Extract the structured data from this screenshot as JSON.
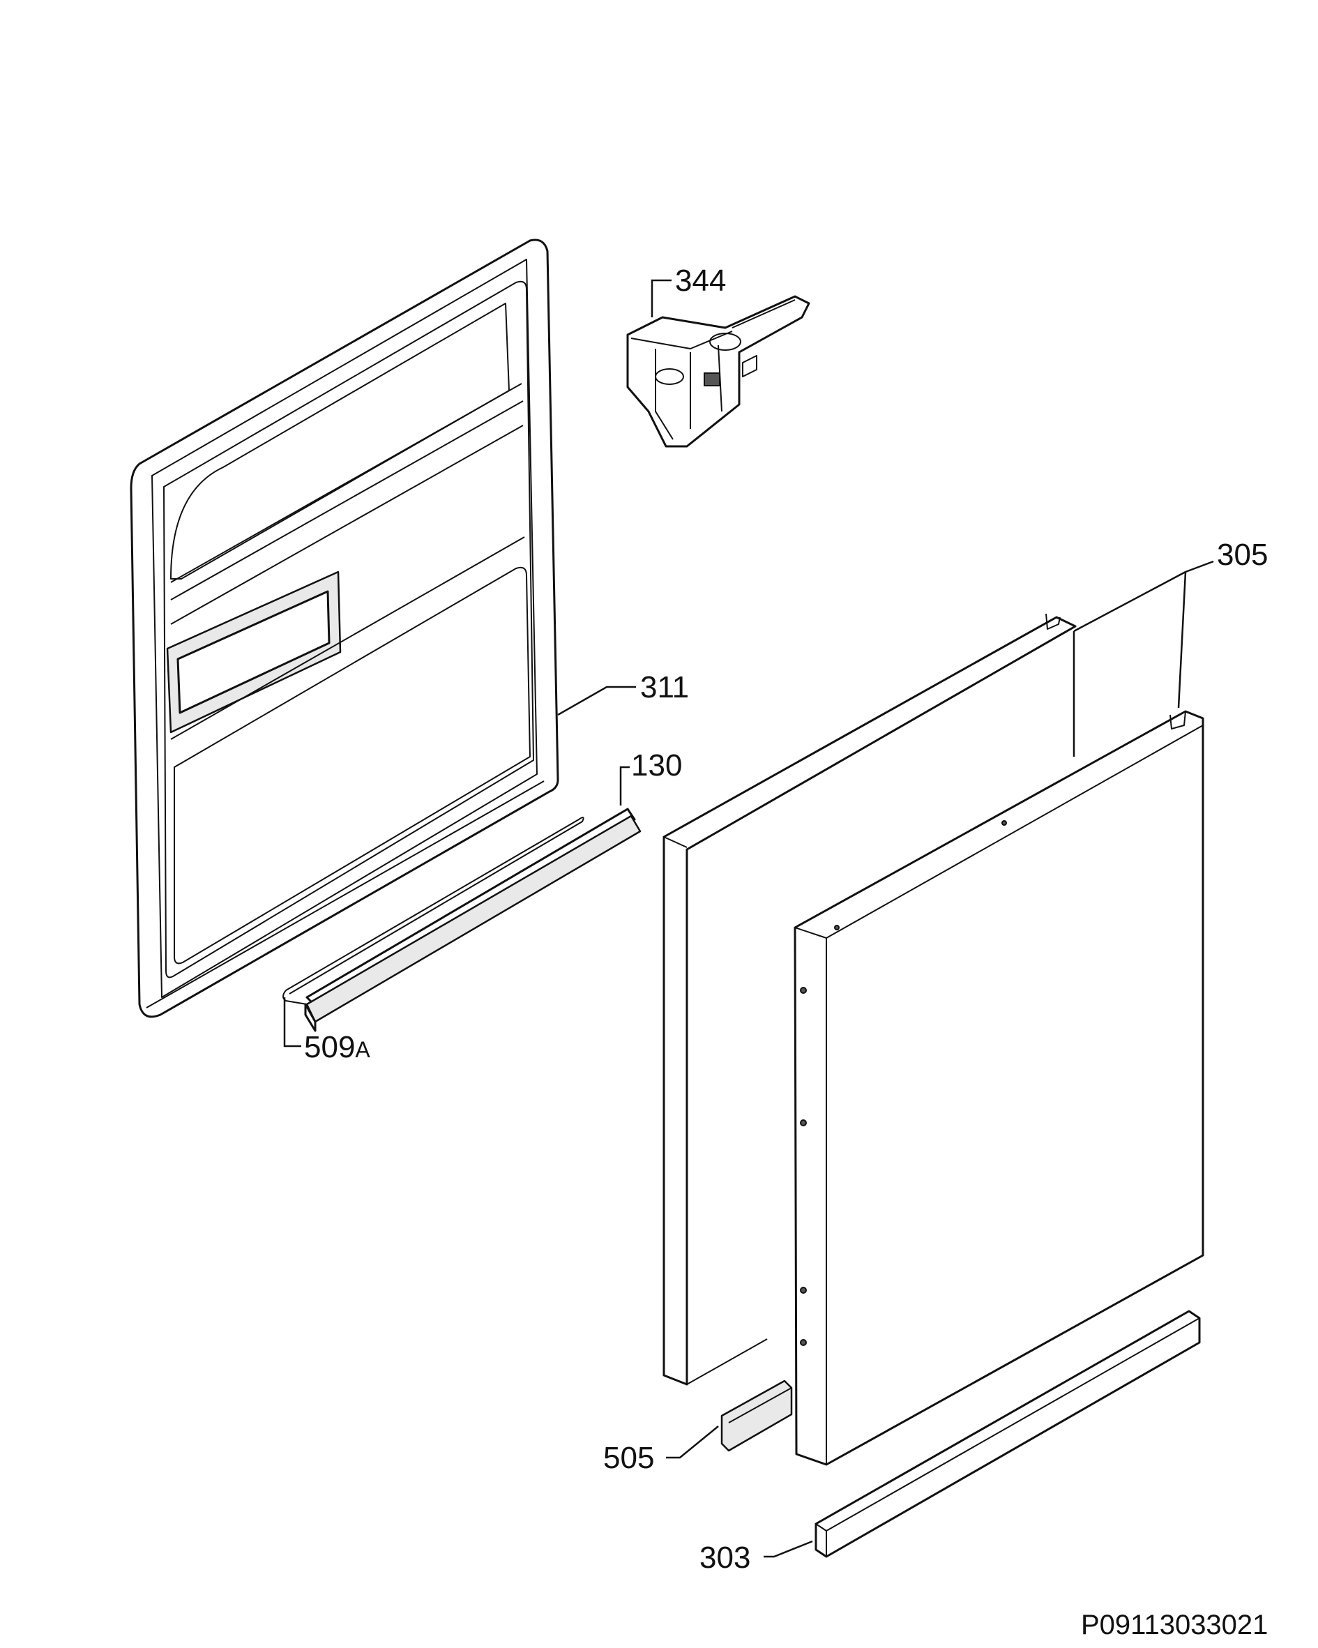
{
  "callouts": {
    "p344": "344",
    "p305": "305",
    "p311": "311",
    "p130": "130",
    "p509": "509",
    "p509_suffix": "A",
    "p505": "505",
    "p303": "303"
  },
  "drawing_code": "P09113033021"
}
